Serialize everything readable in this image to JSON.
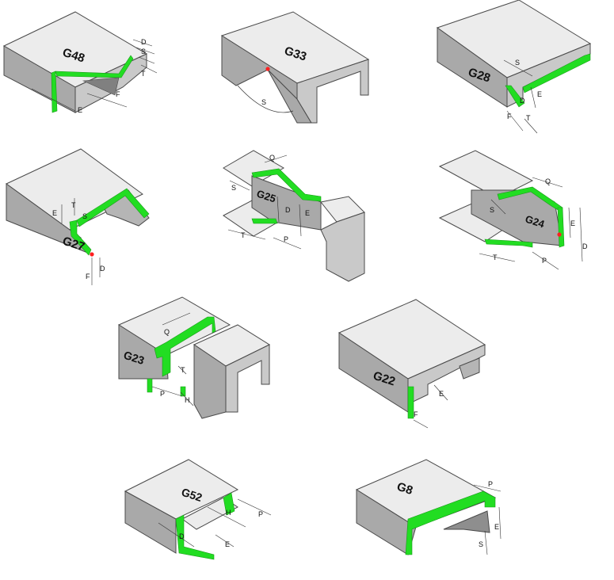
{
  "sheet": {
    "colors": {
      "top_face": "#ececec",
      "front_face": "#a9a9a9",
      "side_face": "#c9c9c9",
      "edge": "#4a4a4a",
      "highlight": "#22dd22",
      "marker": "#ff2020"
    },
    "profiles": [
      {
        "code": "G48",
        "dims": [
          "D",
          "S",
          "T",
          "F",
          "E"
        ]
      },
      {
        "code": "G33",
        "dims": [
          "S"
        ]
      },
      {
        "code": "G28",
        "dims": [
          "S",
          "D",
          "E",
          "T",
          "F"
        ]
      },
      {
        "code": "G27",
        "dims": [
          "E",
          "T",
          "S",
          "D",
          "F"
        ]
      },
      {
        "code": "G25",
        "dims": [
          "Q",
          "S",
          "D",
          "E",
          "T",
          "P"
        ]
      },
      {
        "code": "G24",
        "dims": [
          "Q",
          "S",
          "E",
          "D",
          "T",
          "P"
        ]
      },
      {
        "code": "G23",
        "dims": [
          "Q",
          "T",
          "P",
          "H"
        ]
      },
      {
        "code": "G22",
        "dims": [
          "E",
          "F"
        ]
      },
      {
        "code": "G52",
        "dims": [
          "P",
          "H",
          "D",
          "E"
        ]
      },
      {
        "code": "G8",
        "dims": [
          "P",
          "E",
          "S"
        ]
      }
    ]
  }
}
